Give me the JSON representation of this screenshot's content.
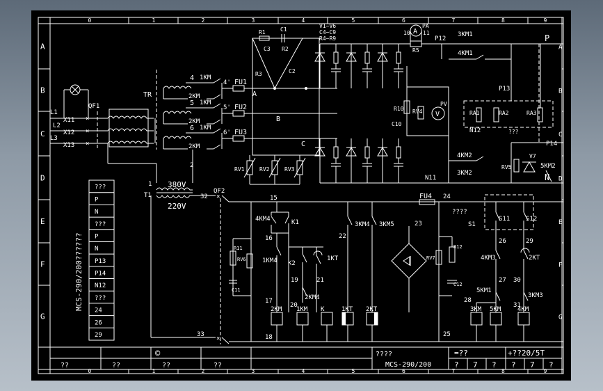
{
  "border": {
    "columns": [
      "0",
      "1",
      "2",
      "3",
      "4",
      "5",
      "6",
      "7",
      "8",
      "9"
    ],
    "rows": [
      "A",
      "B",
      "C",
      "D",
      "E",
      "F",
      "G"
    ]
  },
  "power": {
    "phases": [
      "L1",
      "L2",
      "L3"
    ],
    "terminals": [
      "X11",
      "X12",
      "X13"
    ],
    "breaker1": "QF1",
    "transformer": "TR",
    "taps": [
      "4",
      "5",
      "6"
    ],
    "taps_after": [
      "4'",
      "5'",
      "6'"
    ],
    "contactors_1km": [
      "1KM",
      "1KM",
      "1KM"
    ],
    "contactors_2km": [
      "2KM",
      "2KM",
      "2KM"
    ],
    "fuses": [
      "FU1",
      "FU2",
      "FU3"
    ],
    "nodes": [
      "A",
      "B",
      "C"
    ],
    "rc_labels": [
      "R1",
      "C1",
      "C3",
      "R2",
      "R3",
      "C2"
    ],
    "thyristor_note": [
      "V1~V6",
      "C4~C9",
      "R4~R9"
    ],
    "varistors": [
      "RV1",
      "RV2",
      "RV3"
    ],
    "meter_a": "PA",
    "shunt": "R5",
    "shunt_ratings": [
      "10",
      "11"
    ],
    "meter_v": "PV",
    "meter_parts": [
      "R10",
      "RV4",
      "C10"
    ],
    "p12": "P12",
    "p13": "P13",
    "p14": "P14",
    "n11": "N11",
    "n12": "N12",
    "p_label": "P",
    "n_label": "N",
    "km_contacts": [
      "3KM1",
      "4KM1",
      "4KM2",
      "3KM2",
      "5KM2"
    ],
    "resistors": [
      "RA1",
      "RA2",
      "RA3"
    ],
    "resistor_note": "???",
    "diode": "V7",
    "rv5": "RV5"
  },
  "control": {
    "transformer": "T1",
    "primary": "380V",
    "secondary": "220V",
    "tap_numbers": [
      "1",
      "2"
    ],
    "breaker2": "QF2",
    "wire_numbers": [
      "32",
      "33",
      "15",
      "16",
      "18",
      "19",
      "20",
      "21",
      "22",
      "23",
      "24",
      "25",
      "26",
      "27",
      "28",
      "29",
      "30",
      "31",
      "17"
    ],
    "fuse4": "FU4",
    "contact_labels": [
      "4KM4",
      "K1",
      "1KM4",
      "K2",
      "1KT",
      "2KM4",
      "3KM4",
      "3KM5",
      "S11",
      "S12",
      "S1",
      "4KM3",
      "2KT",
      "5KM1",
      "3KM3"
    ],
    "switch_note": "????",
    "coils": [
      "2KM",
      "1KM",
      "K",
      "1KT",
      "2KT",
      "3KM",
      "5KM",
      "4KM"
    ],
    "rc_left": [
      "R11",
      "RV6",
      "C11"
    ],
    "rc_right": [
      "RV7",
      "R12",
      "C12"
    ]
  },
  "terminal_block": {
    "title": "MCS-290/200??????",
    "items": [
      "???",
      "P",
      "N",
      "???",
      "P",
      "N",
      "P13",
      "P14",
      "N12",
      "???",
      "24",
      "26",
      "29"
    ]
  },
  "title_block": {
    "left_cells": [
      "??",
      "??",
      "??",
      "??"
    ],
    "copyright": "©",
    "drawing_title": "????",
    "model": "MCS-290/200",
    "scale_label": "=??",
    "sheet_label": "+??20/5T",
    "scale_marks": [
      "?",
      "7",
      "?"
    ],
    "sheet_marks": [
      "?",
      "7",
      "?"
    ]
  }
}
